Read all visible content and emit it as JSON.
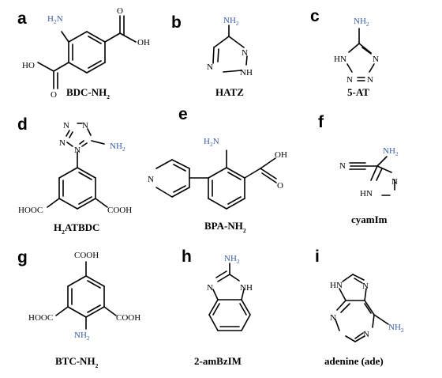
{
  "panels": {
    "a": {
      "letter": "a",
      "name_main": "BDC-NH",
      "name_sub": "2",
      "name_tail": ""
    },
    "b": {
      "letter": "b",
      "name_main": "HATZ",
      "name_sub": "",
      "name_tail": ""
    },
    "c": {
      "letter": "c",
      "name_main": "5-AT",
      "name_sub": "",
      "name_tail": ""
    },
    "d": {
      "letter": "d",
      "name_main": "H",
      "name_sub": "2",
      "name_tail": "ATBDC"
    },
    "e": {
      "letter": "e",
      "name_main": "BPA-NH",
      "name_sub": "2",
      "name_tail": ""
    },
    "f": {
      "letter": "f",
      "name_main": "cyamIm",
      "name_sub": "",
      "name_tail": ""
    },
    "g": {
      "letter": "g",
      "name_main": "BTC-NH",
      "name_sub": "2",
      "name_tail": ""
    },
    "h": {
      "letter": "h",
      "name_main": "2-amBzIM",
      "name_sub": "",
      "name_tail": ""
    },
    "i": {
      "letter": "i",
      "name_main": "adenine (ade)",
      "name_sub": "",
      "name_tail": ""
    }
  },
  "labels": {
    "nh2": "NH",
    "h2n": "H",
    "two": "2",
    "n_tail": "N",
    "oh": "OH",
    "ho": "HO",
    "o": "O",
    "n": "N",
    "nh": "NH",
    "hn": "HN",
    "cooh": "COOH",
    "hooc": "HOOC"
  },
  "colors": {
    "amine": "#3a5ea8",
    "ink": "#000000"
  }
}
